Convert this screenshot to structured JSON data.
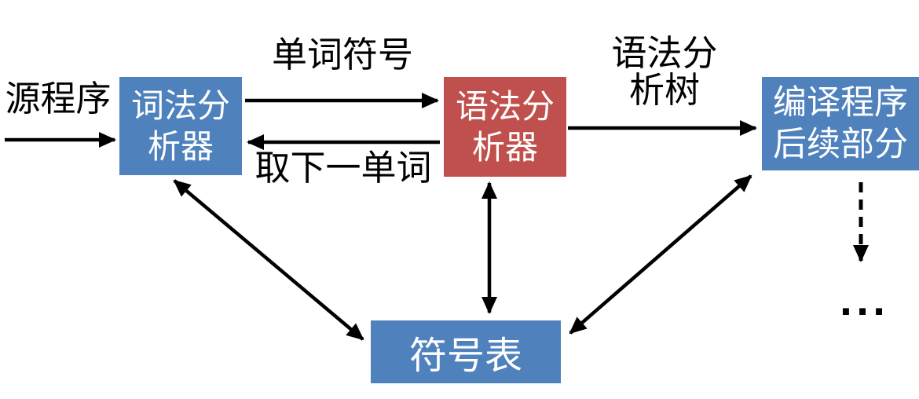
{
  "colors": {
    "background": "#ffffff",
    "box_blue": "#4F81BD",
    "box_red": "#C0504D",
    "box_text": "#ffffff",
    "label_text": "#000000",
    "arrow_black": "#000000"
  },
  "nodes": {
    "lexer": {
      "line1": "词法分",
      "line2": "析器"
    },
    "parser": {
      "line1": "语法分",
      "line2": "析器"
    },
    "backend": {
      "line1": "编译程序",
      "line2": "后续部分"
    },
    "symtab": {
      "label": "符号表"
    }
  },
  "labels": {
    "source": "源程序",
    "tokens": "单词符号",
    "get_next": "取下一单词",
    "tree_line1": "语法分",
    "tree_line2": "析树",
    "ellipsis": "..."
  }
}
